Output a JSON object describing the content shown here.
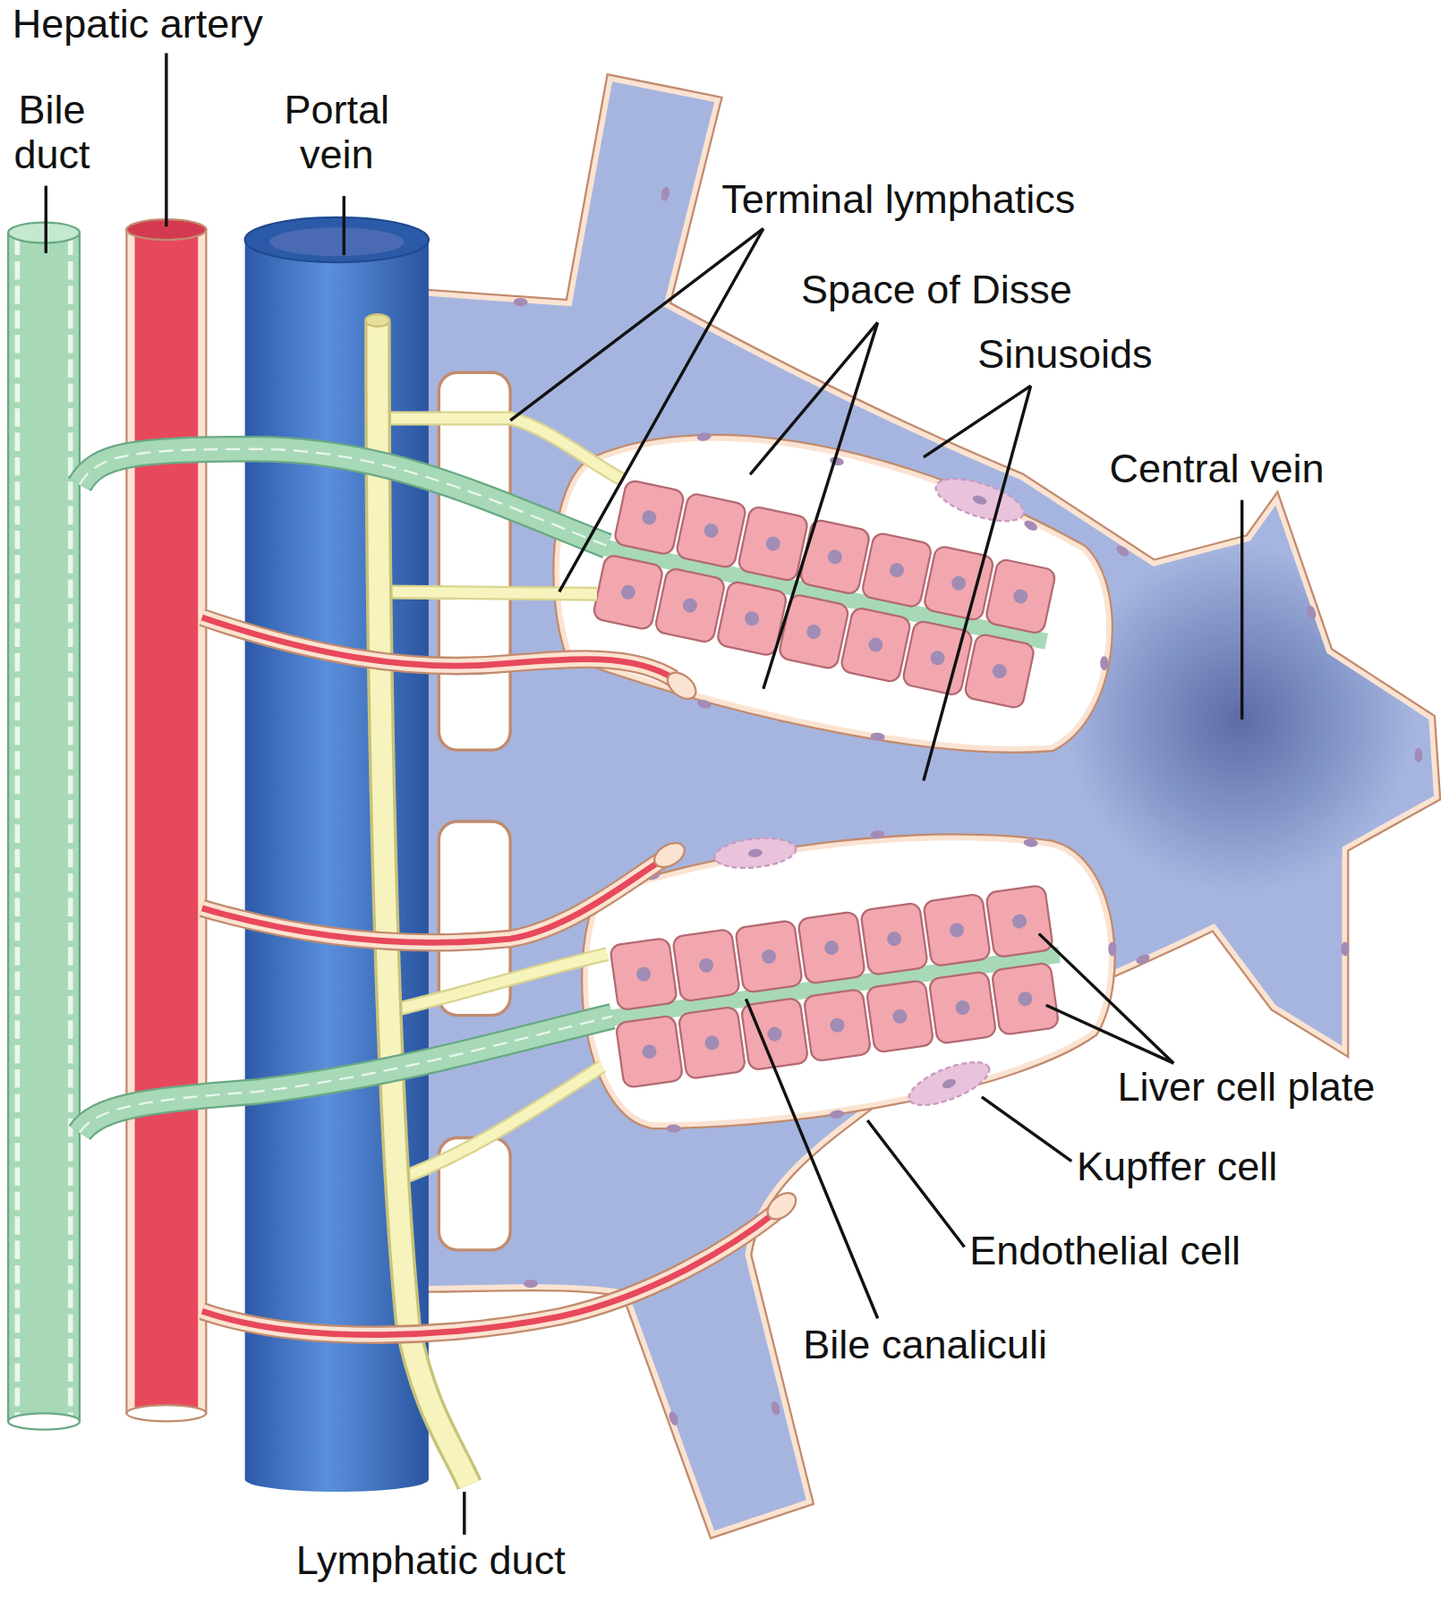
{
  "diagram": {
    "labels": [
      "Hepatic artery",
      "Bile duct",
      "Portal vein",
      "Terminal lymphatics",
      "Space of Disse",
      "Sinusoids",
      "Central vein",
      "Liver cell plate",
      "Kupffer cell",
      "Endothelial cell",
      "Bile canaliculi",
      "Lymphatic duct"
    ]
  }
}
